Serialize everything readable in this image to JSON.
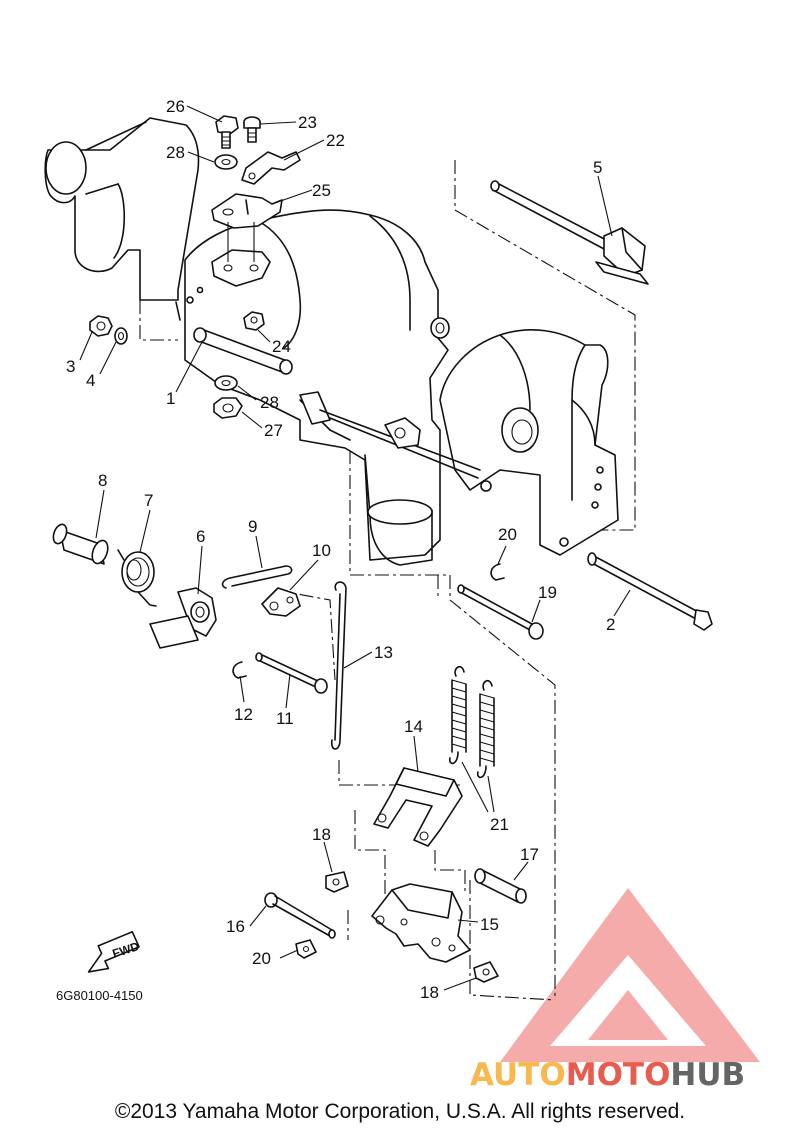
{
  "parts": [
    {
      "id": "1",
      "label": "1"
    },
    {
      "id": "2",
      "label": "2"
    },
    {
      "id": "3",
      "label": "3"
    },
    {
      "id": "4",
      "label": "4"
    },
    {
      "id": "5",
      "label": "5"
    },
    {
      "id": "6",
      "label": "6"
    },
    {
      "id": "7",
      "label": "7"
    },
    {
      "id": "8",
      "label": "8"
    },
    {
      "id": "9",
      "label": "9"
    },
    {
      "id": "10",
      "label": "10"
    },
    {
      "id": "11",
      "label": "11"
    },
    {
      "id": "12",
      "label": "12"
    },
    {
      "id": "13",
      "label": "13"
    },
    {
      "id": "14",
      "label": "14"
    },
    {
      "id": "15",
      "label": "15"
    },
    {
      "id": "16",
      "label": "16"
    },
    {
      "id": "17",
      "label": "17"
    },
    {
      "id": "18a",
      "label": "18"
    },
    {
      "id": "18b",
      "label": "18"
    },
    {
      "id": "19",
      "label": "19"
    },
    {
      "id": "20a",
      "label": "20"
    },
    {
      "id": "20b",
      "label": "20"
    },
    {
      "id": "21",
      "label": "21"
    },
    {
      "id": "22",
      "label": "22"
    },
    {
      "id": "23",
      "label": "23"
    },
    {
      "id": "24",
      "label": "24"
    },
    {
      "id": "25",
      "label": "25"
    },
    {
      "id": "26",
      "label": "26"
    },
    {
      "id": "27",
      "label": "27"
    },
    {
      "id": "28a",
      "label": "28"
    },
    {
      "id": "28b",
      "label": "28"
    }
  ],
  "diagram_code": "6G80100-4150",
  "fwd_label": "FWD",
  "watermark": {
    "part1": "AUTO",
    "part2": "MOTO",
    "part3": "HUB",
    "color_red": "#e64a3c",
    "color_pink": "#f4a3a0",
    "color_orange": "#f7b23b",
    "color_gray": "#555555"
  },
  "copyright": "©2013 Yamaha Motor Corporation, U.S.A. All rights reserved."
}
